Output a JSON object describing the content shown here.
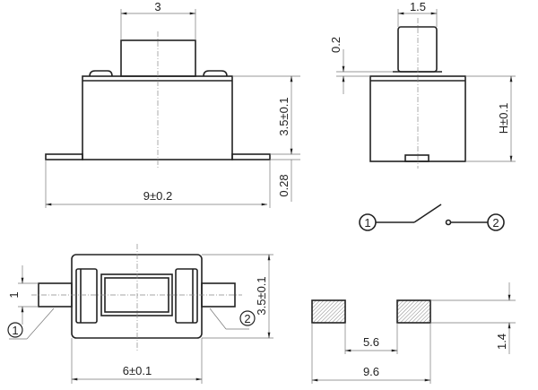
{
  "dimensions": {
    "front_button_width": "3",
    "front_body_height": "3.5±0.1",
    "front_flange_thickness": "0.28",
    "front_total_width": "9±0.2",
    "side_button_width": "1.5",
    "side_gap": "0.2",
    "side_height": "H±0.1",
    "bottom_pin_width": "1",
    "bottom_body_height": "3.5±0.1",
    "bottom_body_width": "6±0.1",
    "pad_inner_spacing": "5.6",
    "pad_outer_spacing": "9.6",
    "pad_height": "1.4"
  },
  "pins": {
    "pin1": "1",
    "pin2": "2"
  },
  "colors": {
    "line": "#222222",
    "dimension": "#777777"
  }
}
